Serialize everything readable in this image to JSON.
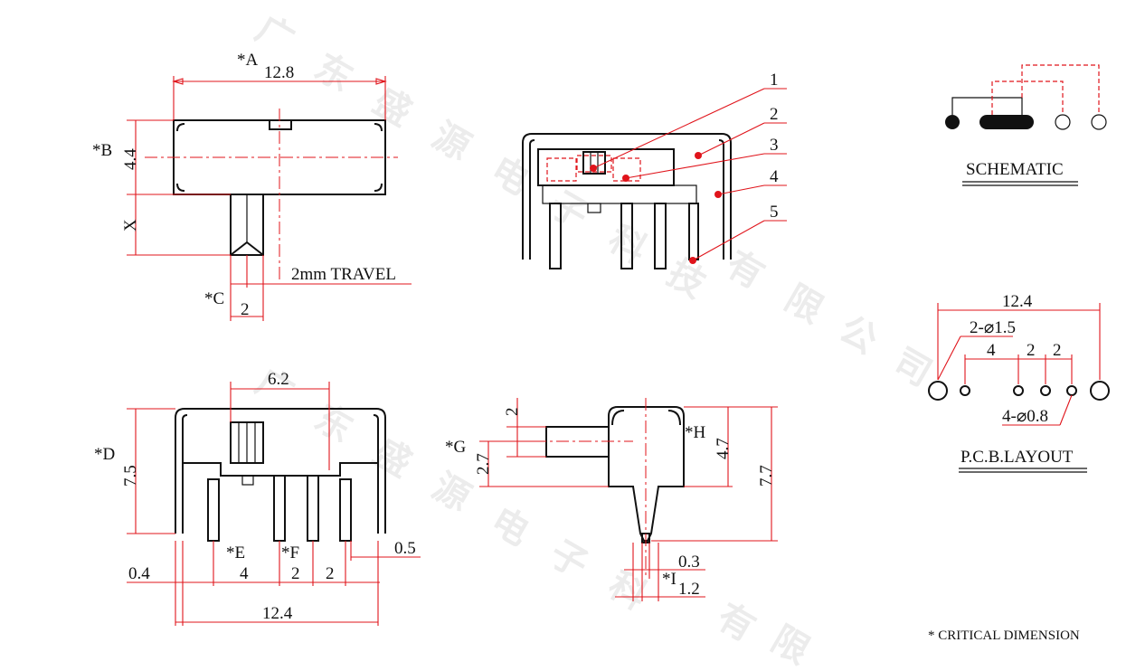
{
  "watermark": [
    "广",
    "东",
    "盛",
    "源",
    "电",
    "子",
    "科",
    "技",
    "有",
    "限",
    "公",
    "司"
  ],
  "top_view": {
    "dim_a_label": "*A",
    "dim_a_value": "12.8",
    "dim_b_label": "*B",
    "dim_b_value": "4.4",
    "dim_x_label": "X",
    "dim_c_label": "*C",
    "dim_c_value": "2",
    "travel_label": "2mm TRAVEL"
  },
  "callouts": [
    "1",
    "2",
    "3",
    "4",
    "5"
  ],
  "schematic": {
    "title": "SCHEMATIC"
  },
  "front_view": {
    "dim_top_value": "6.2",
    "dim_d_label": "*D",
    "dim_d_value": "7.5",
    "dim_e_label": "*E",
    "dim_f_label": "*F",
    "dim_04": "0.4",
    "dim_4": "4",
    "dim_2a": "2",
    "dim_2b": "2",
    "dim_05": "0.5",
    "dim_total": "12.4"
  },
  "side_view": {
    "dim_2": "2",
    "dim_g_label": "*G",
    "dim_g_value": "2.7",
    "dim_h_label": "*H",
    "dim_h_value": "4.7",
    "dim_77": "7.7",
    "dim_03": "0.3",
    "dim_i_label": "*I",
    "dim_i_value": "1.2"
  },
  "pcb": {
    "title": "P.C.B.LAYOUT",
    "dim_total": "12.4",
    "large_hole": "2-⌀1.5",
    "dim_4": "4",
    "dim_2a": "2",
    "dim_2b": "2",
    "small_hole": "4-⌀0.8"
  },
  "footnote": "* CRITICAL  DIMENSION"
}
